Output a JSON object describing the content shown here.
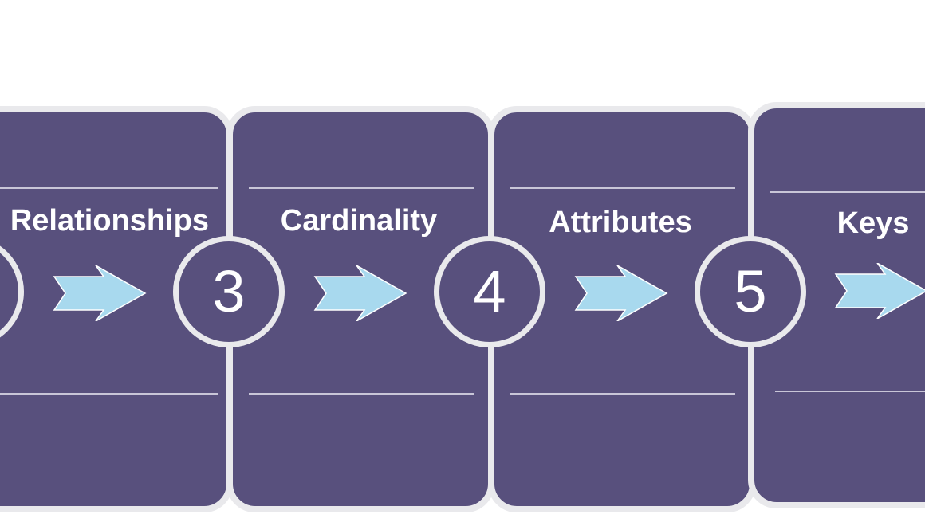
{
  "steps": [
    {
      "title": "Relationships",
      "number": ""
    },
    {
      "title": "Cardinality",
      "number": "3"
    },
    {
      "title": "Attributes",
      "number": "4"
    },
    {
      "title": "Keys",
      "number": "5"
    }
  ],
  "colors": {
    "card_fill": "#58507d",
    "card_border": "#e9e9ec",
    "arrow_fill": "#a8d9ee",
    "text": "#ffffff"
  }
}
